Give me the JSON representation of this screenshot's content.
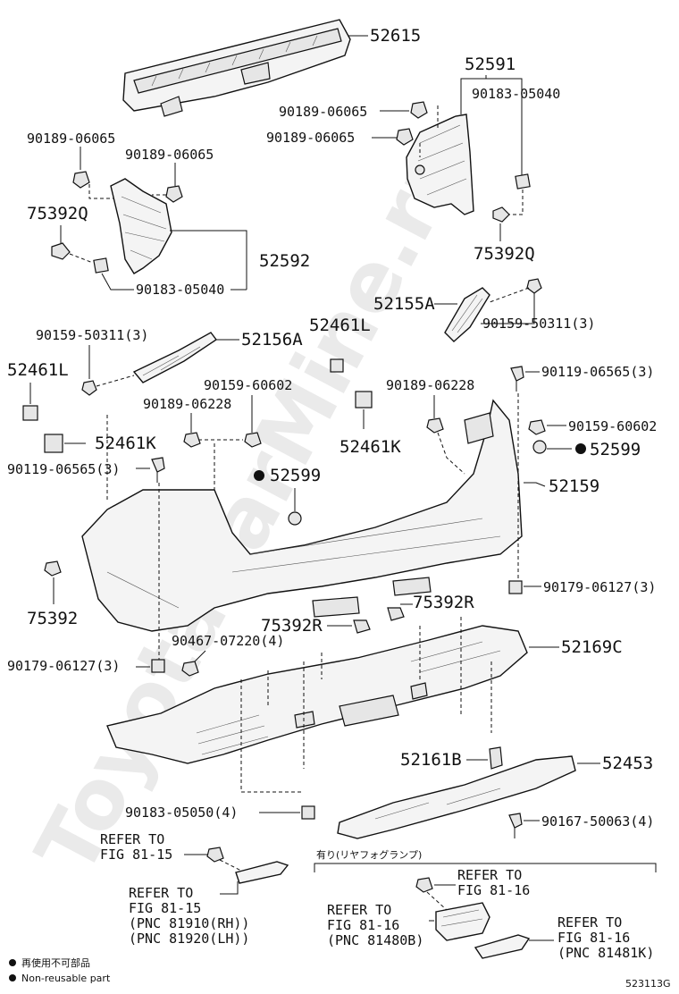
{
  "watermark": "ToyotaCarMine.ru",
  "labels": {
    "p52615": "52615",
    "p52591": "52591",
    "p90183_05040_r": "90183-05040",
    "p90189_06065_a": "90189-06065",
    "p90189_06065_b": "90189-06065",
    "p90189_06065_c": "90189-06065",
    "p90189_06065_d": "90189-06065",
    "p75392Q_l": "75392Q",
    "p75392Q_r": "75392Q",
    "p52592": "52592",
    "p90183_05040_l": "90183-05040",
    "p52155A": "52155A",
    "p90159_50311_r": "90159-50311(3)",
    "p90159_50311_l": "90159-50311(3)",
    "p52156A": "52156A",
    "p52461L_c": "52461L",
    "p52461L_l": "52461L",
    "p90119_06565_r": "90119-06565(3)",
    "p90159_60602_c": "90159-60602",
    "p90189_06228_r": "90189-06228",
    "p90189_06228_l": "90189-06228",
    "p90159_60602_r": "90159-60602",
    "p52461K_r": "52461K",
    "p52461K_l": "52461K",
    "p52599_r": "52599",
    "p90119_06565_l": "90119-06565(3)",
    "p52599_c": "52599",
    "p52159": "52159",
    "p90179_06127_r": "90179-06127(3)",
    "p75392R_a": "75392R",
    "p75392": "75392",
    "p75392R_b": "75392R",
    "p90467_07220": "90467-07220(4)",
    "p52169C": "52169C",
    "p90179_06127_l": "90179-06127(3)",
    "p52161B": "52161B",
    "p52453": "52453",
    "p90183_05050": "90183-05050(4)",
    "p90167_50063": "90167-50063(4)"
  },
  "refs": {
    "r1_l1": "REFER TO",
    "r1_l2": "FIG 81-15",
    "r2_l1": "REFER TO",
    "r2_l2": "FIG 81-15",
    "r2_l3": "(PNC 81910(RH))",
    "r2_l4": "(PNC 81920(LH))",
    "r3_l1": "REFER TO",
    "r3_l2": "FIG 81-16",
    "r4_l1": "REFER TO",
    "r4_l2": "FIG 81-16",
    "r4_l3": "(PNC 81480B)",
    "r5_l1": "REFER TO",
    "r5_l2": "FIG 81-16",
    "r5_l3": "(PNC 81481K)"
  },
  "option_note": "有り(リヤフォグランプ)",
  "legend": {
    "jp": "再使用不可部品",
    "en": "Non-reusable part"
  },
  "diagram_code": "523113G"
}
